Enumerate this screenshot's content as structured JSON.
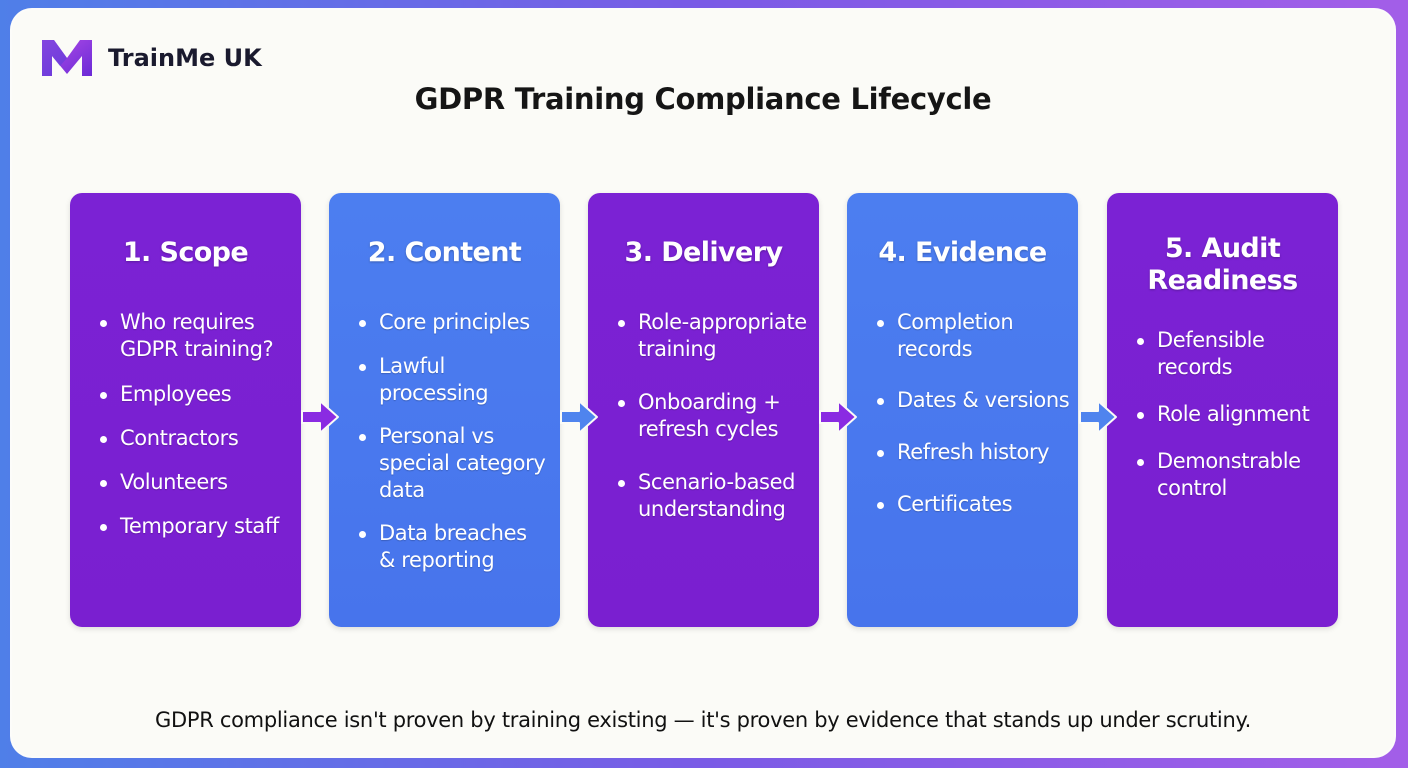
{
  "brand": {
    "name": "TrainMe UK",
    "logo_icon": "m-logo-icon"
  },
  "title": "GDPR Training Compliance Lifecycle",
  "colors": {
    "purple": "#7b22d4",
    "blue": "#4c7ef0",
    "arrow_purple": "#8a2be2",
    "arrow_blue": "#4f84ee"
  },
  "steps": [
    {
      "title": "1. Scope",
      "items": [
        "Who requires GDPR training?",
        "Employees",
        "Contractors",
        "Volunteers",
        "Temporary staff"
      ]
    },
    {
      "title": "2. Content",
      "items": [
        "Core principles",
        "Lawful processing",
        "Personal vs special category data",
        "Data breaches & reporting"
      ]
    },
    {
      "title": "3. Delivery",
      "items": [
        "Role-appropriate training",
        "Onboarding + refresh cycles",
        "Scenario-based understanding"
      ]
    },
    {
      "title": "4. Evidence",
      "items": [
        "Completion records",
        "Dates & versions",
        "Refresh history",
        "Certificates"
      ]
    },
    {
      "title": "5. Audit Readiness",
      "items": [
        "Defensible records",
        "Role alignment",
        "Demonstrable control"
      ]
    }
  ],
  "footer": "GDPR compliance isn't proven by training existing — it's proven by evidence that stands up under scrutiny."
}
